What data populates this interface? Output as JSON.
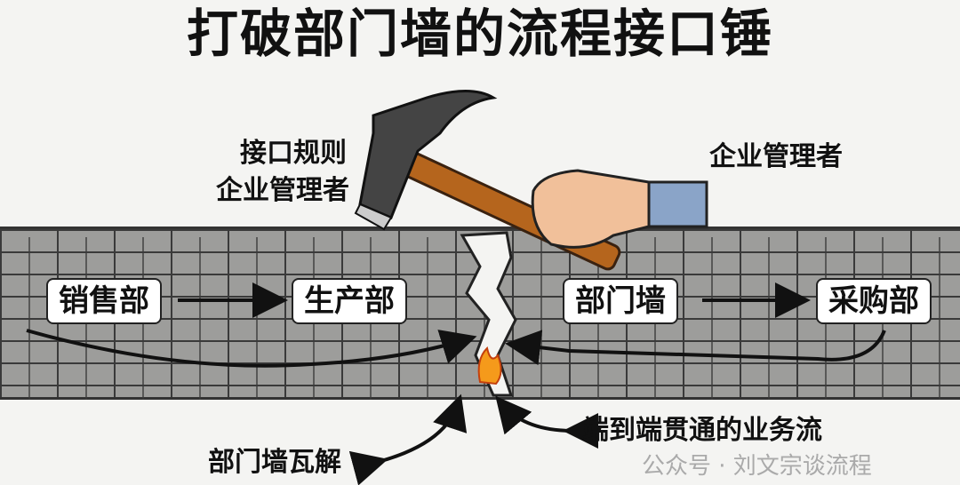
{
  "title": "打破部门墙的流程接口锤",
  "labels": {
    "hammer_head_1": "接口规则",
    "hammer_head_2": "企业管理者",
    "hand": "企业管理者",
    "sales": "销售部",
    "production": "生产部",
    "dept_wall": "部门墙",
    "purchasing": "采购部",
    "collapse": "部门墙瓦解",
    "flow": "端到端贯通的业务流"
  },
  "watermark": "公众号 · 刘文宗谈流程"
}
